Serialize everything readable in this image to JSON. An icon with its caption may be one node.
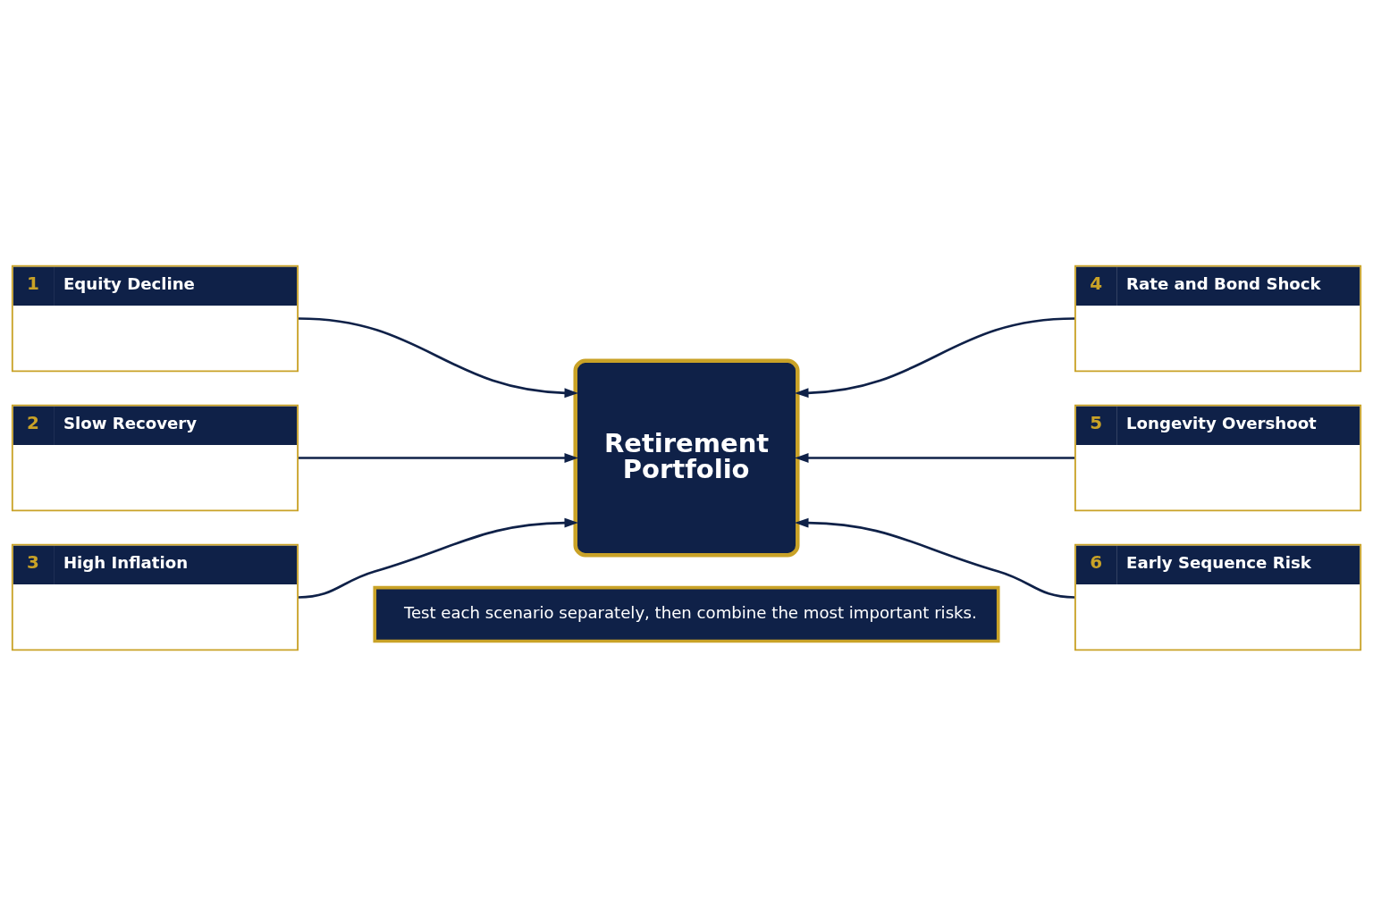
{
  "diagram": {
    "nodes": [
      {
        "text": [
          "1",
          "Equity Decline"
        ]
      },
      {
        "text": [
          "2",
          "Slow Recovery"
        ]
      },
      {
        "text": [
          "3",
          "High Inflation"
        ]
      },
      {
        "text": [
          "4",
          "Rate and Bond Shock"
        ]
      },
      {
        "text": [
          "5",
          "Longevity Overshoot"
        ]
      },
      {
        "text": [
          "6",
          "Early Sequence Risk"
        ]
      },
      {
        "text": [
          "Retirement Portfolio"
        ]
      },
      {
        "text": [
          "Test each scenario separately, then combine the most important risks."
        ]
      }
    ],
    "edges": [
      {
        "from": 0,
        "to": 6,
        "arrow": "to"
      },
      {
        "from": 1,
        "to": 6,
        "arrow": "to"
      },
      {
        "from": 2,
        "to": 6,
        "arrow": "to"
      },
      {
        "from": 3,
        "to": 6,
        "arrow": "to"
      },
      {
        "from": 4,
        "to": 6,
        "arrow": "to"
      },
      {
        "from": 5,
        "to": 6,
        "arrow": "to"
      }
    ]
  }
}
